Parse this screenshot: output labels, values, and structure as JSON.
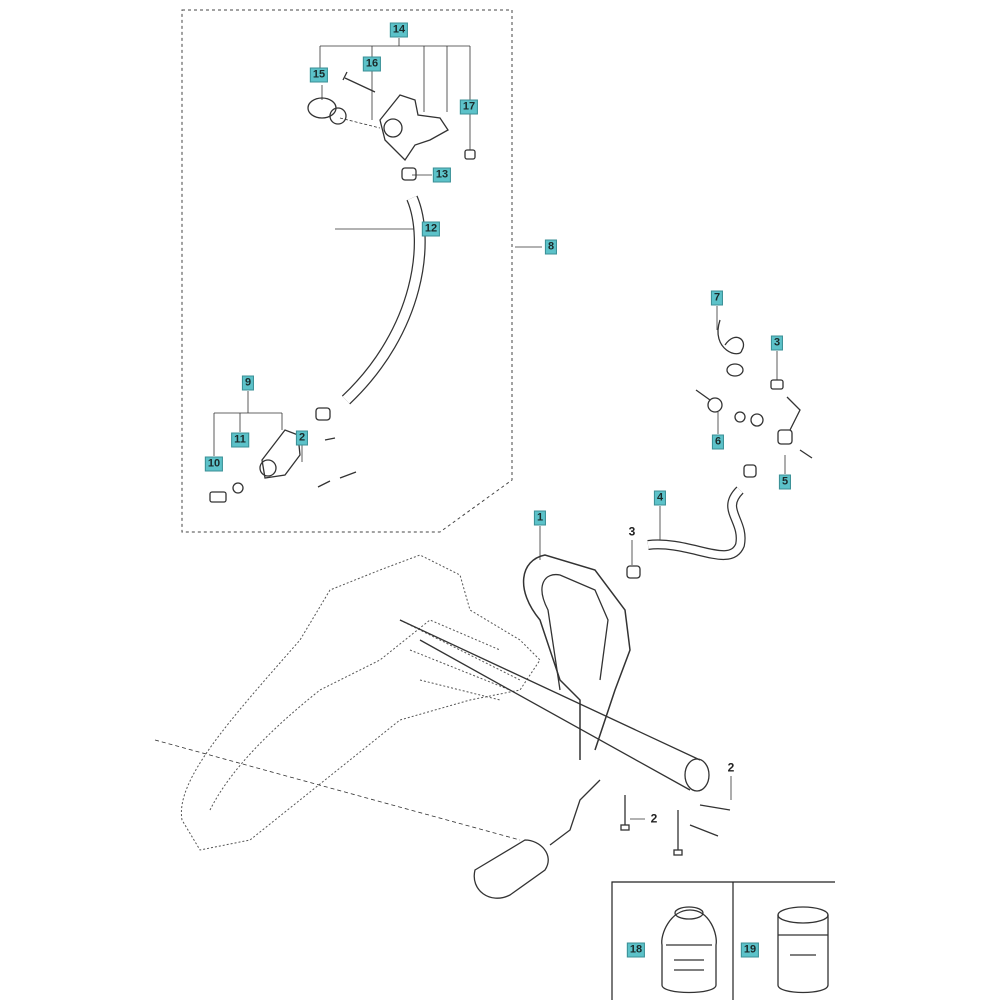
{
  "accent_color": "#5cc2c9",
  "callouts": [
    {
      "id": "c14",
      "text": "14",
      "boxed": true
    },
    {
      "id": "c16",
      "text": "16",
      "boxed": true
    },
    {
      "id": "c15",
      "text": "15",
      "boxed": true
    },
    {
      "id": "c17",
      "text": "17",
      "boxed": true
    },
    {
      "id": "c13",
      "text": "13",
      "boxed": true
    },
    {
      "id": "c12",
      "text": "12",
      "boxed": true
    },
    {
      "id": "c8",
      "text": "8",
      "boxed": true
    },
    {
      "id": "c9",
      "text": "9",
      "boxed": true
    },
    {
      "id": "c11",
      "text": "11",
      "boxed": true
    },
    {
      "id": "c10",
      "text": "10",
      "boxed": true
    },
    {
      "id": "c2a",
      "text": "2",
      "boxed": true
    },
    {
      "id": "c7",
      "text": "7",
      "boxed": true
    },
    {
      "id": "c3a",
      "text": "3",
      "boxed": true
    },
    {
      "id": "c6",
      "text": "6",
      "boxed": true
    },
    {
      "id": "c5",
      "text": "5",
      "boxed": true
    },
    {
      "id": "c4",
      "text": "4",
      "boxed": true
    },
    {
      "id": "c1",
      "text": "1",
      "boxed": true
    },
    {
      "id": "c3b",
      "text": "3",
      "boxed": false
    },
    {
      "id": "c2b",
      "text": "2",
      "boxed": false
    },
    {
      "id": "c2c",
      "text": "2",
      "boxed": false
    },
    {
      "id": "c18",
      "text": "18",
      "boxed": true
    },
    {
      "id": "c19",
      "text": "19",
      "boxed": true
    }
  ]
}
